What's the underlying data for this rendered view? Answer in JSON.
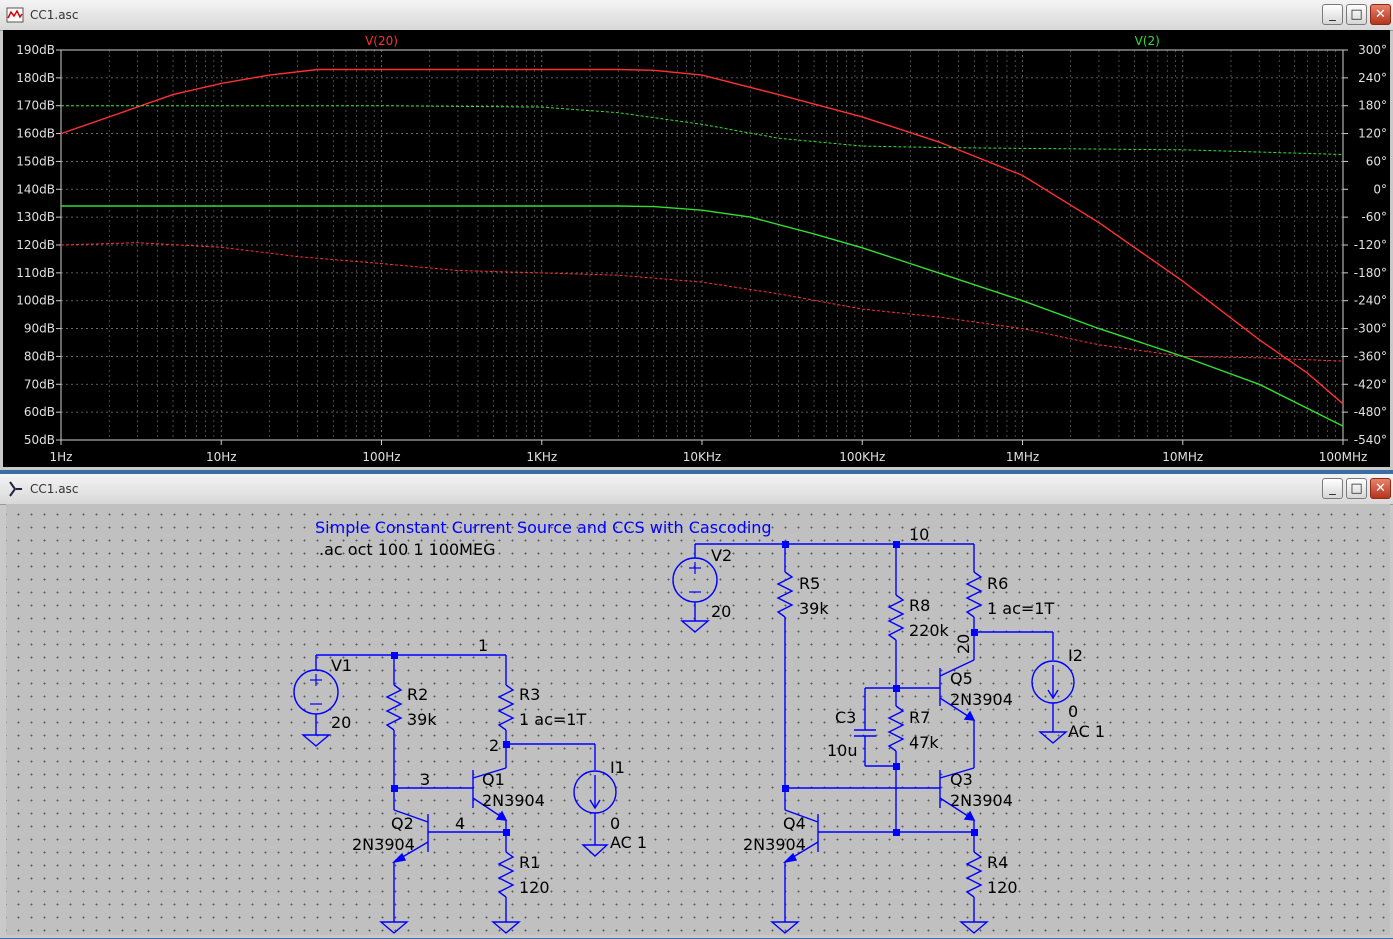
{
  "plot_window": {
    "title": "CC1.asc",
    "buttons": {
      "minimize": "_",
      "maximize": "□",
      "close": "✕"
    }
  },
  "schematic_window": {
    "title": "CC1.asc",
    "buttons": {
      "minimize": "_",
      "maximize": "□",
      "close": "✕"
    }
  },
  "colors": {
    "trace_v20": "#ff3030",
    "trace_v2": "#30e030",
    "wire": "#0000ff",
    "grid": "#7a7a7a"
  },
  "chart_data": {
    "type": "line",
    "x_scale": "log",
    "xlim": [
      1,
      100000000
    ],
    "x_ticks": [
      {
        "v": 1,
        "label": "1Hz"
      },
      {
        "v": 10,
        "label": "10Hz"
      },
      {
        "v": 100,
        "label": "100Hz"
      },
      {
        "v": 1000,
        "label": "1KHz"
      },
      {
        "v": 10000,
        "label": "10KHz"
      },
      {
        "v": 100000,
        "label": "100KHz"
      },
      {
        "v": 1000000,
        "label": "1MHz"
      },
      {
        "v": 10000000,
        "label": "10MHz"
      },
      {
        "v": 100000000,
        "label": "100MHz"
      }
    ],
    "y_left": {
      "lim": [
        50,
        190
      ],
      "ticks": [
        "190dB",
        "180dB",
        "170dB",
        "160dB",
        "150dB",
        "140dB",
        "130dB",
        "120dB",
        "110dB",
        "100dB",
        "90dB",
        "80dB",
        "70dB",
        "60dB",
        "50dB"
      ]
    },
    "y_right": {
      "lim": [
        -540,
        300
      ],
      "ticks": [
        "300°",
        "240°",
        "180°",
        "120°",
        "60°",
        "0°",
        "-60°",
        "-120°",
        "-180°",
        "-240°",
        "-300°",
        "-360°",
        "-420°",
        "-480°",
        "-540°"
      ]
    },
    "grid": true,
    "series": [
      {
        "name": "V(20)",
        "color": "#ff3030",
        "kind": "magnitude",
        "axis": "left",
        "x": [
          1,
          2,
          5,
          10,
          20,
          40,
          100,
          300,
          1000,
          3000,
          5000,
          10000,
          30000,
          100000,
          300000,
          1000000,
          3000000,
          10000000,
          30000000,
          60000000,
          100000000
        ],
        "y": [
          160,
          166,
          174,
          178,
          181,
          183,
          183,
          183,
          183,
          183,
          182.7,
          181,
          174,
          166,
          157,
          145,
          128,
          107,
          86,
          74,
          63
        ]
      },
      {
        "name": "",
        "color": "#ff3030",
        "kind": "phase",
        "axis": "right",
        "x": [
          1,
          3,
          10,
          30,
          100,
          300,
          1000,
          3000,
          10000,
          30000,
          100000,
          300000,
          1000000,
          3000000,
          10000000,
          30000000,
          100000000
        ],
        "y": [
          -120,
          -115,
          -125,
          -145,
          -160,
          -175,
          -180,
          -185,
          -200,
          -225,
          -258,
          -275,
          -300,
          -335,
          -360,
          -363,
          -370
        ]
      },
      {
        "name": "V(2)",
        "color": "#30e030",
        "kind": "magnitude",
        "axis": "left",
        "x": [
          1,
          10,
          100,
          1000,
          3000,
          5000,
          10000,
          20000,
          50000,
          100000,
          300000,
          1000000,
          3000000,
          10000000,
          30000000,
          100000000
        ],
        "y": [
          134,
          134,
          134,
          134,
          134,
          133.8,
          132.5,
          130,
          124,
          119,
          110,
          100,
          90,
          80,
          70,
          55
        ]
      },
      {
        "name": "",
        "color": "#30e030",
        "kind": "phase",
        "axis": "right",
        "dashed": true,
        "x": [
          1,
          10,
          100,
          1000,
          3000,
          10000,
          30000,
          100000,
          300000,
          1000000,
          10000000,
          100000000
        ],
        "y": [
          180,
          180,
          180,
          177,
          165,
          140,
          110,
          93,
          90,
          88,
          85,
          75
        ]
      }
    ]
  },
  "schematic": {
    "comment": "Simple Constant Current Source  and CCS with Cascoding",
    "directive": ".ac oct 100 1 100MEG",
    "labels": {
      "v1": "V1",
      "v1_val": "20",
      "r2": "R2",
      "r2_val": "39k",
      "r3": "R3",
      "r3_val": "1 ac=1T",
      "node1": "1",
      "node2": "2",
      "node3": "3",
      "node4": "4",
      "q1": "Q1",
      "q1_model": "2N3904",
      "q2": "Q2",
      "q2_model": "2N3904",
      "i1": "I1",
      "i1_val": "0",
      "i1_ac": "AC 1",
      "r1": "R1",
      "r1_val": "120",
      "v2": "V2",
      "v2_val": "20",
      "node10": "10",
      "r5": "R5",
      "r5_val": "39k",
      "r8": "R8",
      "r8_val": "220k",
      "r6": "R6",
      "r6_val": "1 ac=1T",
      "node20": "20",
      "i2": "I2",
      "i2_val": "0",
      "i2_ac": "AC 1",
      "q5": "Q5",
      "q5_model": "2N3904",
      "c3": "C3",
      "c3_val": "10u",
      "r7": "R7",
      "r7_val": "47k",
      "q3": "Q3",
      "q3_model": "2N3904",
      "q4": "Q4",
      "q4_model": "2N3904",
      "r4": "R4",
      "r4_val": "120"
    }
  }
}
